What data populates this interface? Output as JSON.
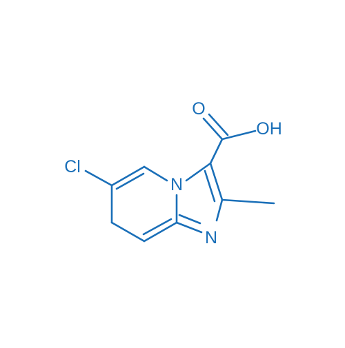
{
  "molecule": {
    "color": "#1a6fb8",
    "atom_labels": {
      "cl": "Cl",
      "n_bridge": "N",
      "n_ring": "N",
      "o_carbonyl": "O",
      "oh": "OH"
    }
  }
}
